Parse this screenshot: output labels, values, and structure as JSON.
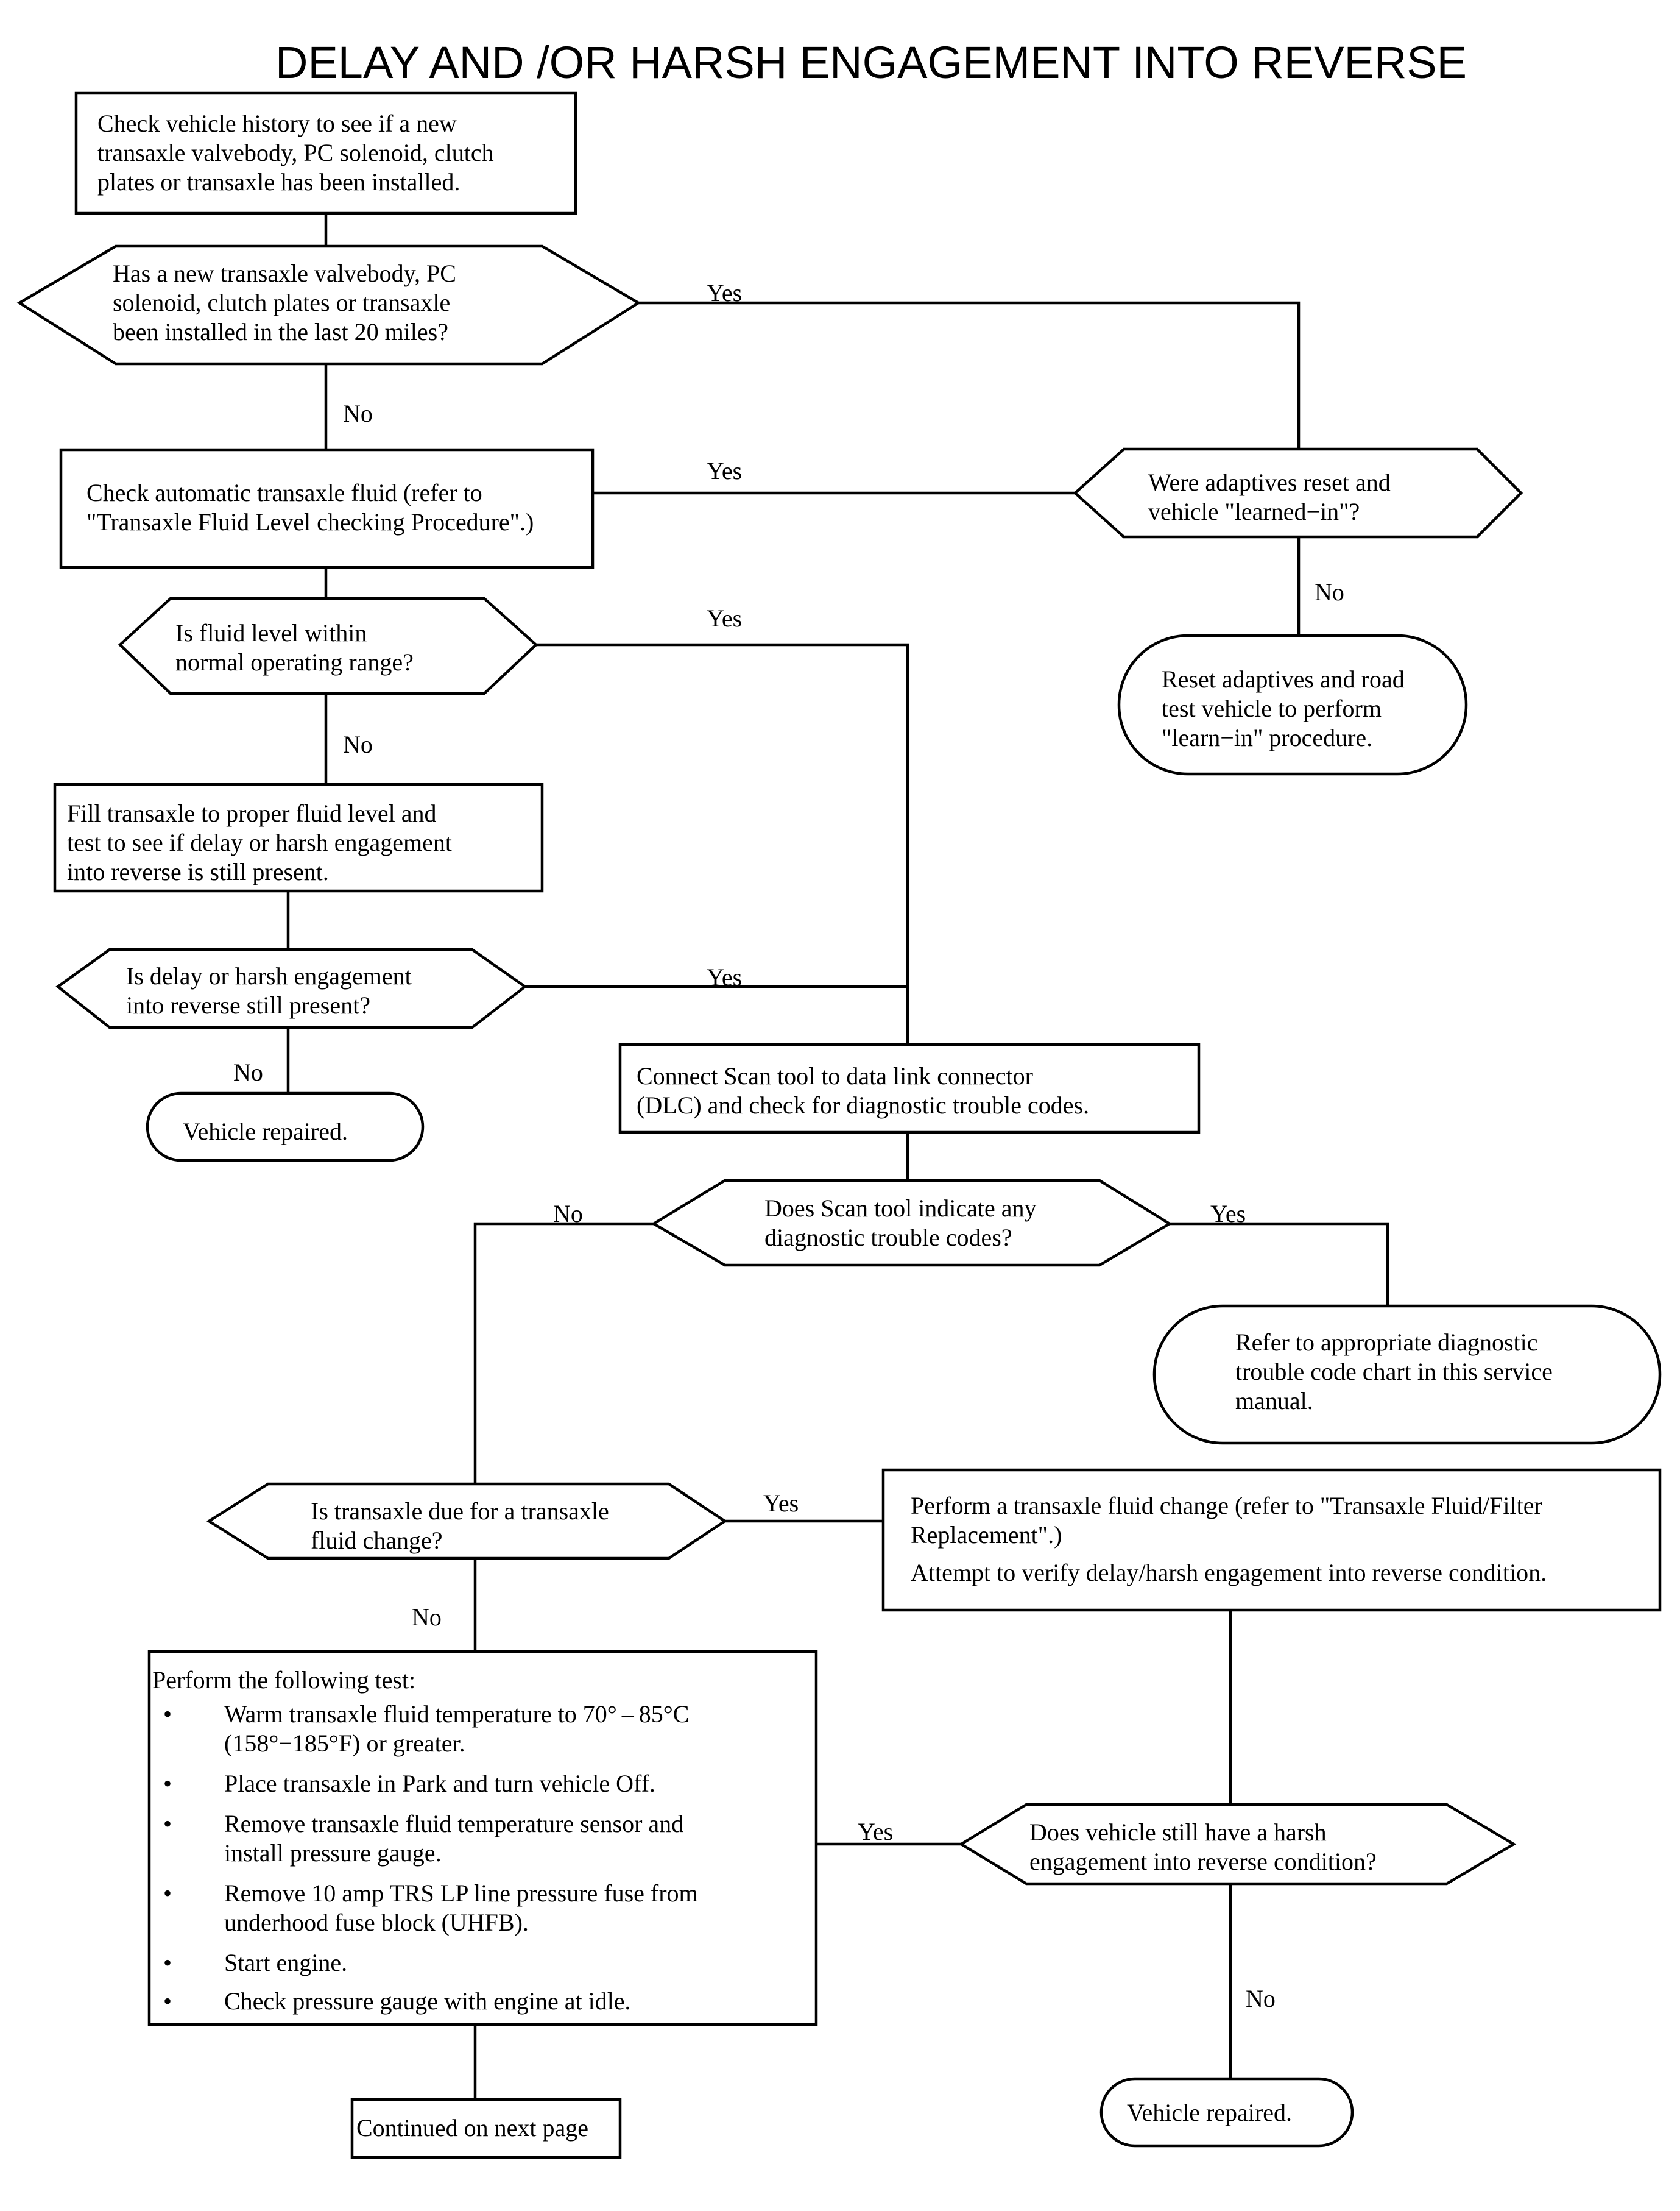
{
  "title": "DELAY AND /OR HARSH ENGAGEMENT INTO REVERSE",
  "nodes": {
    "check_history": [
      "Check vehicle history to see if a new",
      "transaxle valvebody, PC solenoid, clutch",
      "plates or transaxle has been installed."
    ],
    "new_installed_q": [
      "Has a new transaxle valvebody, PC",
      "solenoid, clutch plates or transaxle",
      "been installed in the last 20 miles?"
    ],
    "check_fluid": [
      "Check automatic transaxle fluid (refer to",
      "\"Transaxle Fluid Level checking Procedure\".)"
    ],
    "adaptives_q": [
      "Were adaptives reset and",
      "vehicle \"learned−in\"?"
    ],
    "reset_adaptives": [
      "Reset adaptives and road",
      "test vehicle to perform",
      "\"learn−in\" procedure."
    ],
    "fluid_level_q": [
      "Is fluid level within",
      "normal operating range?"
    ],
    "fill_transaxle": [
      "Fill transaxle to proper fluid level and",
      "test to see if delay or harsh engagement",
      "into reverse is still present."
    ],
    "delay_present_q": [
      "Is delay or harsh engagement",
      "into reverse still present?"
    ],
    "vehicle_repaired_1": [
      "Vehicle repaired."
    ],
    "connect_scan": [
      "Connect Scan tool to data link connector",
      "(DLC) and check for diagnostic trouble codes."
    ],
    "scan_codes_q": [
      "Does Scan tool indicate any",
      "diagnostic trouble codes?"
    ],
    "refer_dtc": [
      "Refer to appropriate diagnostic",
      "trouble code chart in this service",
      "manual."
    ],
    "fluid_change_q": [
      "Is transaxle due for a transaxle",
      "fluid change?"
    ],
    "perform_fluid_change": [
      "Perform a transaxle fluid change (refer to \"Transaxle Fluid/Filter",
      "Replacement\".)",
      "Attempt to verify delay/harsh engagement into reverse condition."
    ],
    "harsh_still_q": [
      "Does vehicle still have a harsh",
      "engagement into reverse condition?"
    ],
    "perform_test": {
      "heading": "Perform the following test:",
      "bullets": [
        [
          "Warm transaxle fluid temperature to 70° – 85°C",
          "(158°−185°F) or greater."
        ],
        [
          "Place transaxle in Park and turn vehicle Off."
        ],
        [
          "Remove transaxle fluid temperature sensor and",
          "install pressure gauge."
        ],
        [
          "Remove 10 amp TRS LP line pressure fuse from",
          "underhood fuse block (UHFB)."
        ],
        [
          "Start engine."
        ],
        [
          "Check  pressure gauge with engine at idle."
        ]
      ]
    },
    "vehicle_repaired_2": [
      "Vehicle repaired."
    ],
    "continued": [
      "Continued on next page"
    ]
  },
  "edge_labels": {
    "yes": "Yes",
    "no": "No"
  }
}
